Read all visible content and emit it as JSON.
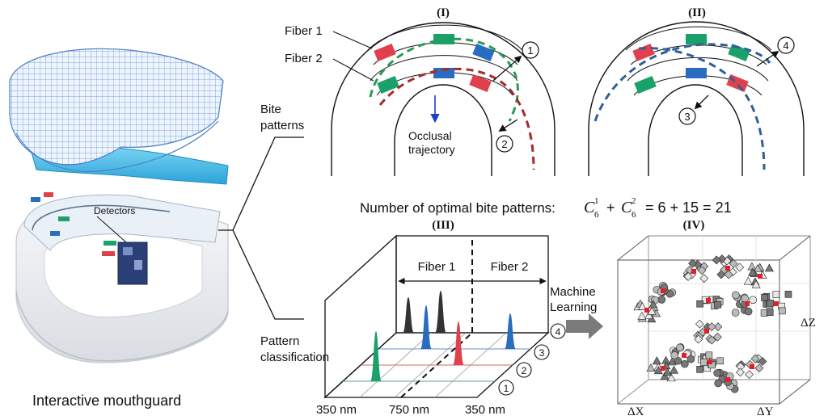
{
  "mouthguard": {
    "caption": "Interactive mouthguard",
    "detectors_label": "Detectors"
  },
  "callouts": {
    "bite_patterns": [
      "Bite",
      "patterns"
    ],
    "pattern_classification": [
      "Pattern",
      "classification"
    ],
    "machine_learning": [
      "Machine",
      "Learning"
    ]
  },
  "panel_I": {
    "label": "(I)",
    "fiber1": "Fiber 1",
    "fiber2": "Fiber 2",
    "occlusal": [
      "Occlusal",
      "trajectory"
    ],
    "marker_a": "①",
    "marker_b": "②"
  },
  "panel_II": {
    "label": "(II)",
    "marker_a": "④",
    "marker_b": "③"
  },
  "formula": {
    "prefix": "Number of optimal bite patterns:",
    "c1": "C",
    "c1_sub": "6",
    "c1_sup": "1",
    "plus": "+",
    "c2": "C",
    "c2_sub": "6",
    "c2_sup": "2",
    "tail": "= 6 + 15 = 21"
  },
  "panel_III": {
    "label": "(III)",
    "fiber1": "Fiber 1",
    "fiber2": "Fiber 2",
    "x_tick_left": "350 nm",
    "x_tick_mid": "750 nm",
    "x_tick_right": "350 nm",
    "rows": [
      "①",
      "②",
      "③",
      "④"
    ]
  },
  "panel_IV": {
    "label": "(IV)",
    "axis_x": "ΔX",
    "axis_y": "ΔY",
    "axis_z": "ΔZ"
  },
  "colors": {
    "red": "#e0404b",
    "green": "#1aa06a",
    "blue": "#2a6cc0",
    "dark": "#333333",
    "mesh": "#5b8fd6",
    "tray": "#38b6e8",
    "dash_green": "#2a9a55",
    "dash_red": "#a52a2a",
    "dash_blue": "#2f5f9a"
  }
}
